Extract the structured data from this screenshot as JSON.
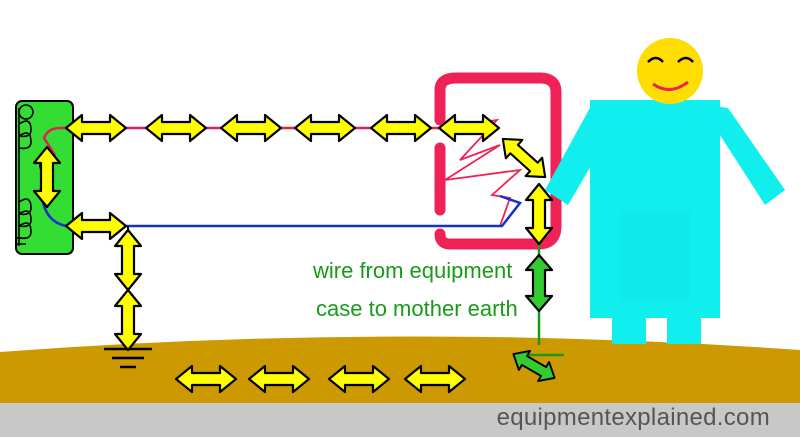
{
  "labels": {
    "wire_line1": "wire from equipment",
    "wire_line2": "case to mother earth",
    "site": "equipmentexplained.com"
  },
  "colors": {
    "earth": "#cc9900",
    "footer": "#c8c8c8",
    "transformer": "#33dd33",
    "person": "#11eeee",
    "face": "#ffdd00",
    "equipment_case": "#ee2255",
    "live_wire": "#dd2255",
    "neutral_wire": "#1133cc",
    "earth_wire": "#1a9a1a",
    "arrow_yellow": "#ffff00",
    "arrow_green": "#33cc33"
  },
  "icons": [
    "transformer-coil-icon",
    "ground-symbol-icon",
    "smiley-face-icon",
    "heating-element-icon"
  ]
}
